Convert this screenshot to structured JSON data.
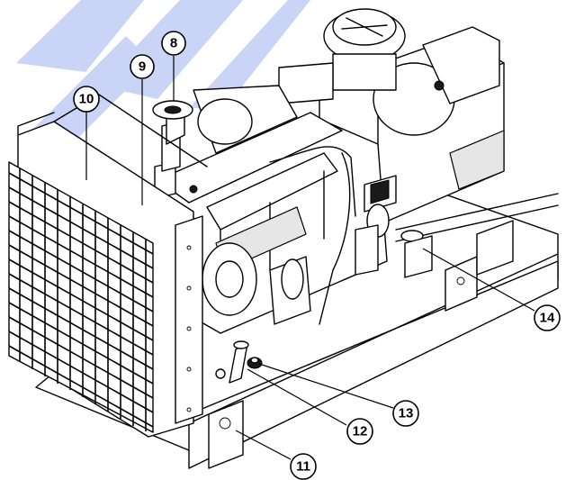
{
  "colors": {
    "line": "#000000",
    "background": "#ffffff",
    "watermark": "#b9c6f5",
    "shade": "#e6e6e6"
  },
  "watermark": {
    "style": "large faint blue italic logo letters"
  },
  "callouts": [
    {
      "id": "8",
      "label": "8"
    },
    {
      "id": "9",
      "label": "9"
    },
    {
      "id": "10",
      "label": "10"
    },
    {
      "id": "11",
      "label": "11"
    },
    {
      "id": "12",
      "label": "12"
    },
    {
      "id": "13",
      "label": "13"
    },
    {
      "id": "14",
      "label": "14"
    }
  ]
}
